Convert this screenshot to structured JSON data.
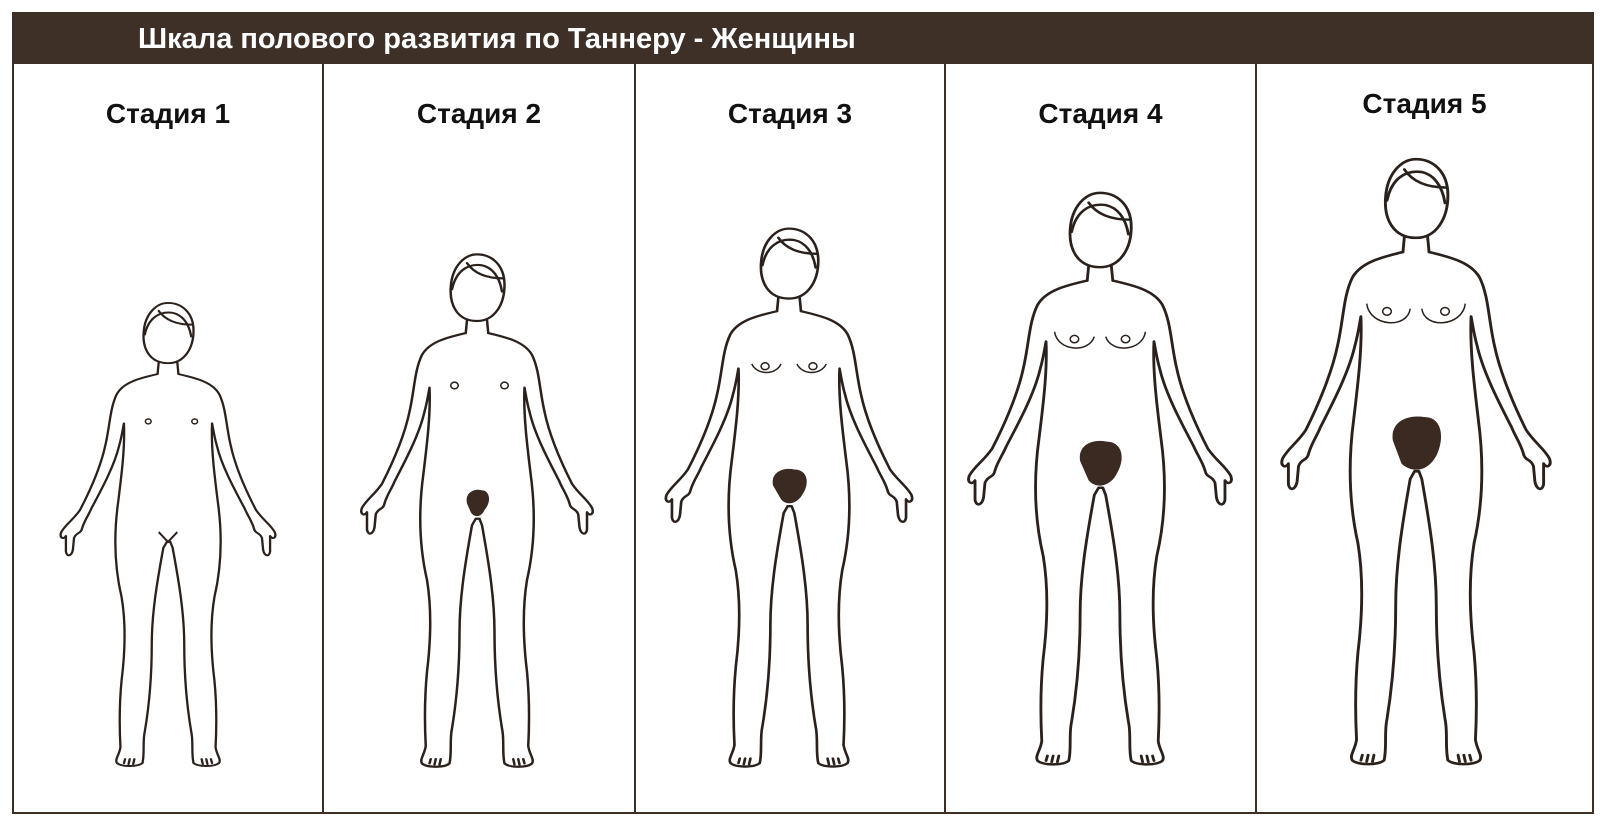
{
  "header": {
    "title": "Шкала полового развития по Таннеру - Женщины"
  },
  "stages": [
    {
      "label": "Стадия 1"
    },
    {
      "label": "Стадия 2"
    },
    {
      "label": "Стадия 3"
    },
    {
      "label": "Стадия 4"
    },
    {
      "label": "Стадия 5"
    }
  ],
  "colors": {
    "header_bg": "#3e2f27",
    "outline": "#2a211c",
    "hair": "#3a2a22"
  }
}
